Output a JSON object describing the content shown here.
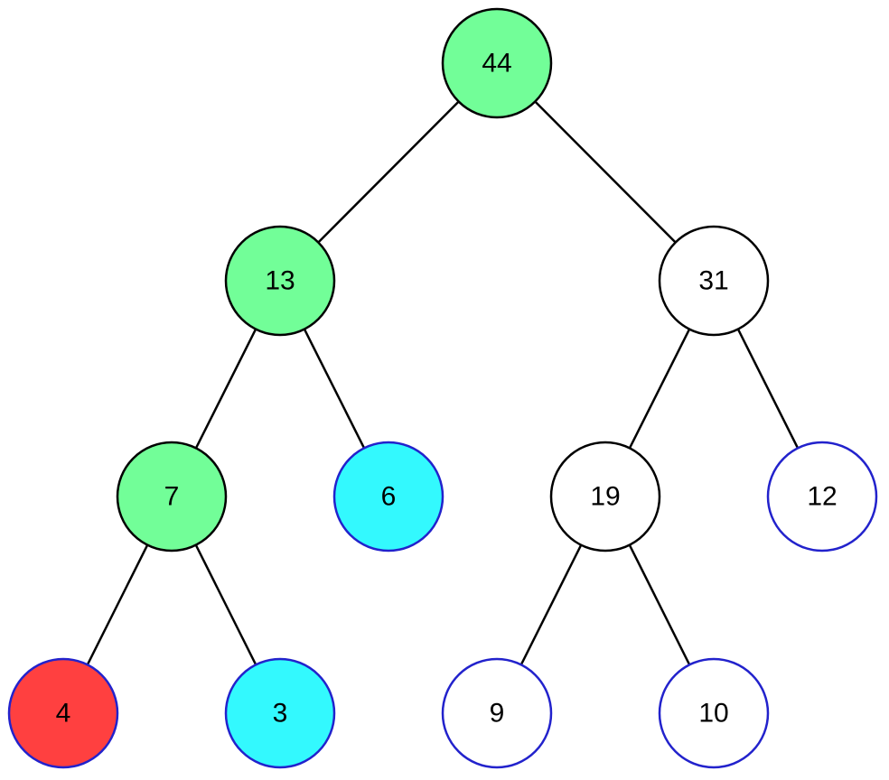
{
  "tree": {
    "colors": {
      "green": "#72fe98",
      "white": "#ffffff",
      "cyan": "#33f9fe",
      "red": "#ff4040",
      "black_stroke": "#000000",
      "blue_stroke": "#2222cc"
    },
    "nodes": [
      {
        "id": "n44",
        "label": "44",
        "fill": "green",
        "stroke": "black_stroke"
      },
      {
        "id": "n13",
        "label": "13",
        "fill": "green",
        "stroke": "black_stroke"
      },
      {
        "id": "n31",
        "label": "31",
        "fill": "white",
        "stroke": "black_stroke"
      },
      {
        "id": "n7",
        "label": "7",
        "fill": "green",
        "stroke": "black_stroke"
      },
      {
        "id": "n6",
        "label": "6",
        "fill": "cyan",
        "stroke": "blue_stroke"
      },
      {
        "id": "n19",
        "label": "19",
        "fill": "white",
        "stroke": "black_stroke"
      },
      {
        "id": "n12",
        "label": "12",
        "fill": "white",
        "stroke": "blue_stroke"
      },
      {
        "id": "n4",
        "label": "4",
        "fill": "red",
        "stroke": "blue_stroke"
      },
      {
        "id": "n3",
        "label": "3",
        "fill": "cyan",
        "stroke": "blue_stroke"
      },
      {
        "id": "n9",
        "label": "9",
        "fill": "white",
        "stroke": "blue_stroke"
      },
      {
        "id": "n10",
        "label": "10",
        "fill": "white",
        "stroke": "blue_stroke"
      }
    ],
    "edges": [
      {
        "from": "n44",
        "to": "n13"
      },
      {
        "from": "n44",
        "to": "n31"
      },
      {
        "from": "n13",
        "to": "n7"
      },
      {
        "from": "n13",
        "to": "n6"
      },
      {
        "from": "n31",
        "to": "n19"
      },
      {
        "from": "n31",
        "to": "n12"
      },
      {
        "from": "n7",
        "to": "n4"
      },
      {
        "from": "n7",
        "to": "n3"
      },
      {
        "from": "n19",
        "to": "n9"
      },
      {
        "from": "n19",
        "to": "n10"
      }
    ]
  }
}
